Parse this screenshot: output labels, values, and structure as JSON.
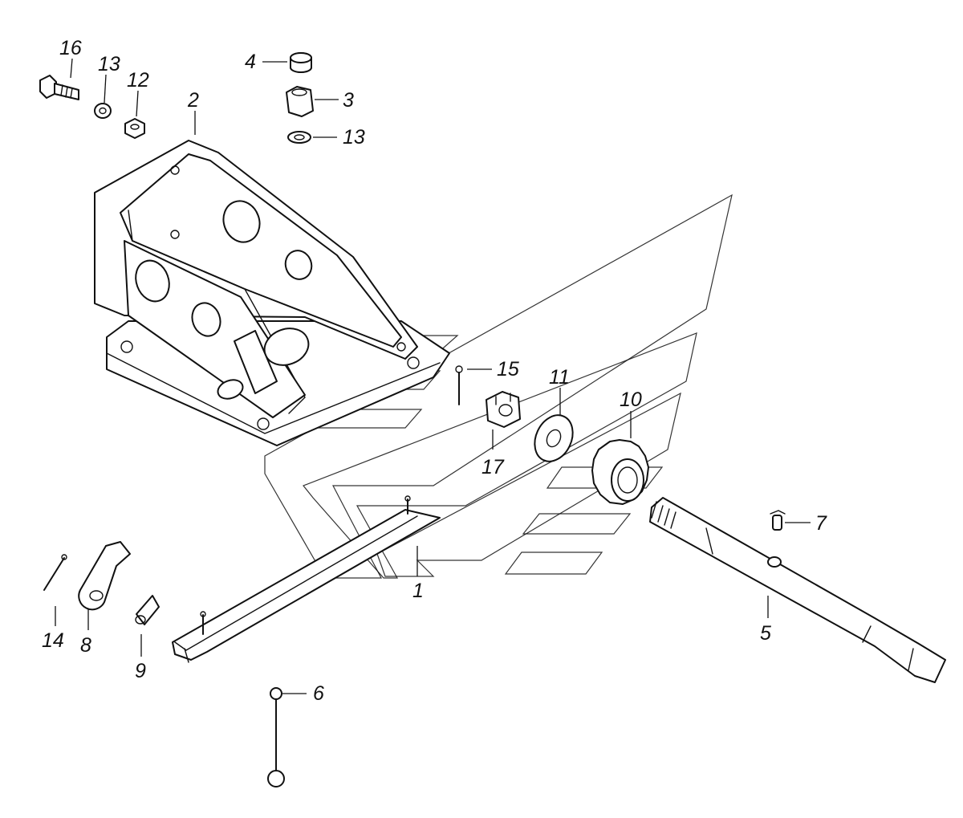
{
  "colors": {
    "line": "#111111",
    "paper": "#ffffff"
  },
  "labels": {
    "p1": "1",
    "p2": "2",
    "p3": "3",
    "p4": "4",
    "p5": "5",
    "p6": "6",
    "p7": "7",
    "p8": "8",
    "p9": "9",
    "p10": "10",
    "p11": "11",
    "p12": "12",
    "p13a": "13",
    "p13b": "13",
    "p14": "14",
    "p15": "15",
    "p16": "16",
    "p17": "17"
  }
}
